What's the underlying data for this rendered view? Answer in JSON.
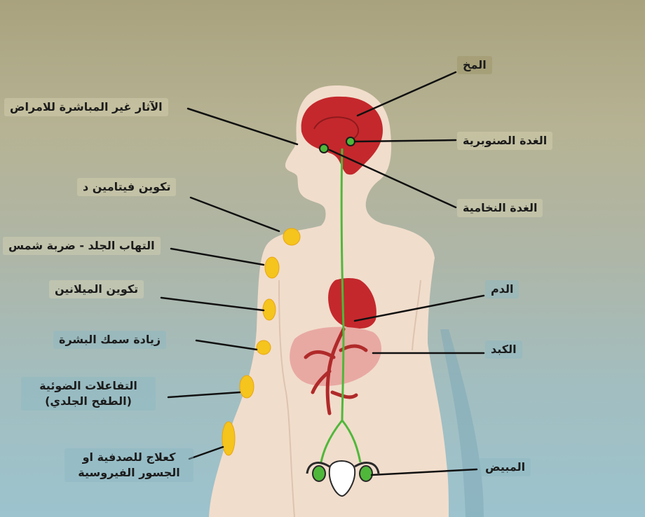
{
  "labels": {
    "brain": "المخ",
    "indirect_effects": "الآثار غير المباشرة للامراض",
    "pineal_gland": "الغدة الصنوبرية",
    "pituitary_gland": "الغدة النخامية",
    "vitamin_d": "تكوين فيتامين د",
    "sunburn": "التهاب الجلد - ضربة شمس",
    "melanin": "تكوين الميلانين",
    "epidermis": "زيادة سمك البشرة",
    "photo_reactions_1": "التفاعلات الضوئية",
    "photo_reactions_2": "(الطفح الجلدي)",
    "treatment_1": "كعلاج للصدفية او",
    "treatment_2": "الجسور الفيروسية",
    "blood": "الدم",
    "liver": "الكبد",
    "ovary": "المبيض"
  },
  "colors": {
    "body": "#f1ddcc",
    "organ": "#c4282c",
    "pathway": "#4fb83a",
    "skin_spot": "#f5c41d",
    "liver_zone": "#e8a9a3"
  }
}
